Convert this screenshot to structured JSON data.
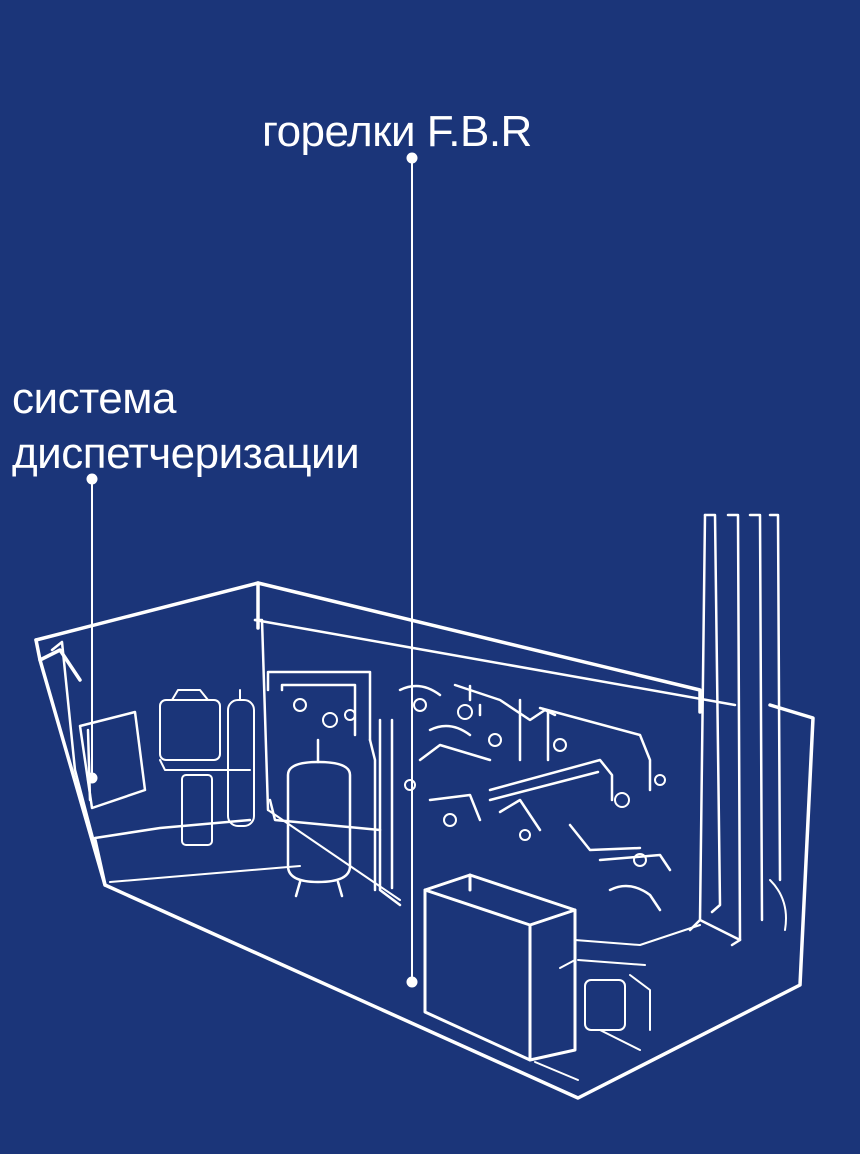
{
  "background_color": "#1b3579",
  "line_color": "#ffffff",
  "callouts": {
    "burners": {
      "label": "горелки F.B.R"
    },
    "dispatch": {
      "line1": "система",
      "line2": "диспетчеризации"
    }
  }
}
